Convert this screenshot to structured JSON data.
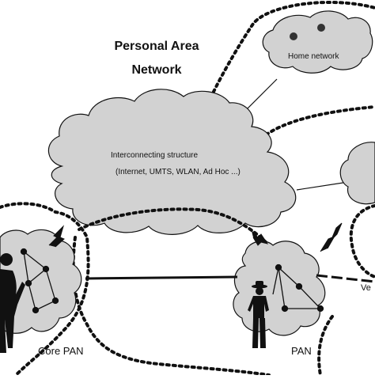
{
  "title": {
    "line1": "Personal Area",
    "line2": "Network"
  },
  "clouds": {
    "home": {
      "label": "Home network"
    },
    "internet": {
      "label_line1": "Interconnecting structure",
      "label_line2": "(Internet, UMTS, WLAN, Ad Hoc ...)"
    },
    "core_pan": {
      "label": "Core PAN"
    },
    "pan": {
      "label": "PAN"
    },
    "vehicle": {
      "label_partial": "Ve"
    }
  },
  "colors": {
    "cloud_fill": "#d2d2d2",
    "stroke": "#111111",
    "background": "#ffffff"
  },
  "icons": [
    "person-icon",
    "person-with-hat-icon",
    "device-node-icon",
    "wireless-link-icon"
  ]
}
